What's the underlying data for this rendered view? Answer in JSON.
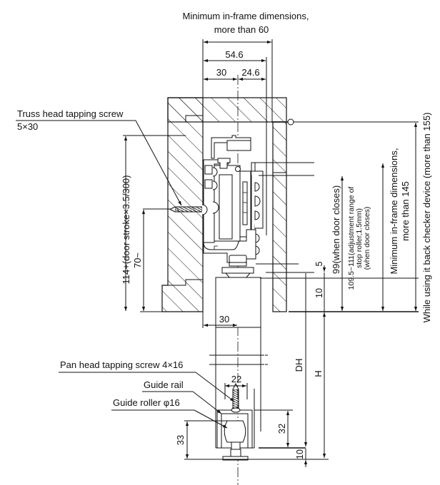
{
  "drawing": {
    "title_top": {
      "line1": "Minimum in-frame dimensions,",
      "line2": "more than 60"
    },
    "dimensions": {
      "top_total": "54.6",
      "top_left": "30",
      "top_right": "24.6",
      "left_long": "114+(door stroke×3.5/300)",
      "left_short": "70~",
      "door_offset": "30",
      "right_gap": "5",
      "right_10_top": "10",
      "right_99": "99(when door closes)",
      "right_adj_line1": "109.5~111(adjustment range of",
      "right_adj_line2": "stop roller,1.5mm)",
      "right_adj_line3": "(when door closes)",
      "right_min_line1": "Minimum in-frame dimensions,",
      "right_min_line2": "more than 145",
      "right_checker": "While using it back checker device (more than 155)",
      "DH": "DH",
      "H": "H",
      "rail_width": "22",
      "rail_height": "32",
      "roller_height": "33",
      "bottom_10": "10"
    },
    "callouts": {
      "truss_screw_line1": "Truss head tapping screw",
      "truss_screw_line2": "5×30",
      "pan_screw": "Pan head tapping screw 4×16",
      "guide_rail": "Guide rail",
      "guide_roller": "Guide roller φ16"
    },
    "colors": {
      "ink": "#111111",
      "paper": "#ffffff"
    }
  }
}
